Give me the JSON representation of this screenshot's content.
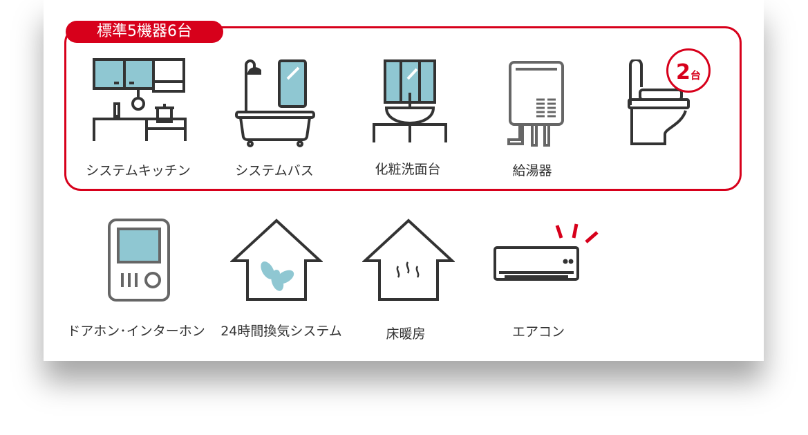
{
  "header": {
    "label": "標準5機器6台"
  },
  "standard": [
    {
      "label": "システムキッチン",
      "icon": "kitchen-icon"
    },
    {
      "label": "システムバス",
      "icon": "bathtub-icon"
    },
    {
      "label": "化粧洗面台",
      "icon": "vanity-icon"
    },
    {
      "label": "給湯器",
      "icon": "water-heater-icon"
    },
    {
      "label": "",
      "icon": "toilet-icon",
      "badge": {
        "count": "2",
        "unit": "台"
      }
    }
  ],
  "others": [
    {
      "label": "ドアホン･インターホン",
      "icon": "intercom-icon"
    },
    {
      "label": "24時間換気システム",
      "icon": "ventilation-icon"
    },
    {
      "label": "床暖房",
      "icon": "floor-heating-icon"
    },
    {
      "label": "エアコン",
      "icon": "air-conditioner-icon"
    }
  ],
  "colors": {
    "accent": "#d7001b",
    "teal": "#8fc7d2",
    "stroke": "#333333"
  }
}
